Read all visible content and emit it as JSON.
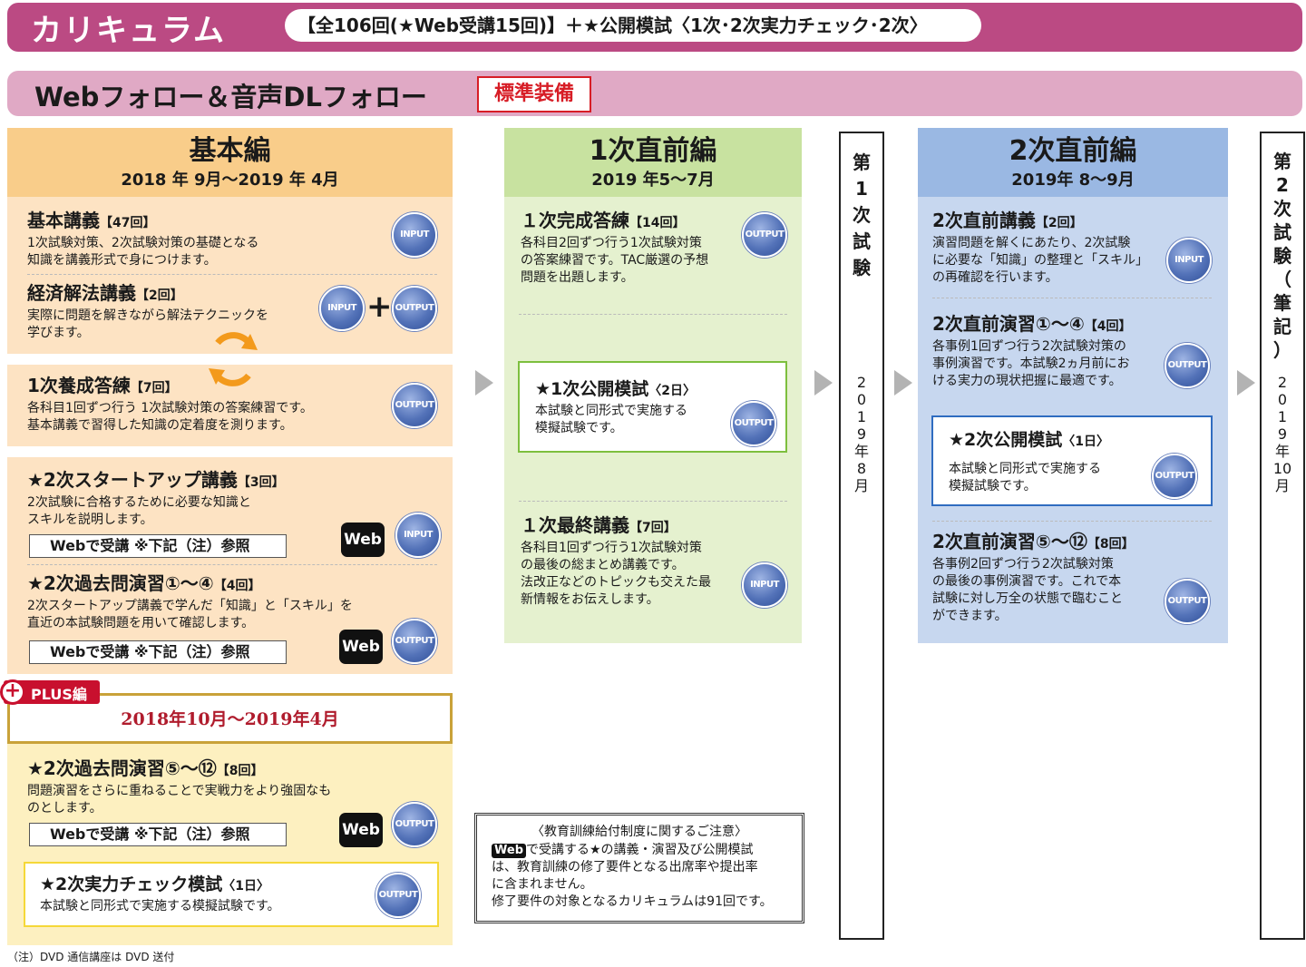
{
  "header": {
    "title": "カリキュラム",
    "summary": "【全106回(★Web受講15回)】＋★公開模試〈1次･2次実力チェック･2次〉"
  },
  "webfollow": {
    "title": "Webフォロー＆音声DLフォロー",
    "badge": "標準装備"
  },
  "icon_labels": {
    "input": "INPUT",
    "output": "OUTPUT",
    "web": "Web",
    "plus": "+"
  },
  "kihon": {
    "title": "基本編",
    "period": "2018 年 9月～2019 年 4月",
    "items": [
      {
        "title": "基本講義",
        "count": "【47回】",
        "desc1": "1次試験対策、2次試験対策の基礎となる",
        "desc2": "知識を講義形式で身につけます。"
      },
      {
        "title": "経済解法講義",
        "count": "【2回】",
        "desc1": "実際に問題を解きながら解法テクニックを",
        "desc2": "学びます。"
      },
      {
        "title": "1次養成答練",
        "count": "【7回】",
        "desc1": "各科目1回ずつ行う 1次試験対策の答案練習です。",
        "desc2": "基本講義で習得した知識の定着度を測ります。"
      },
      {
        "title": "★2次スタートアップ講義",
        "count": "【3回】",
        "desc1": "2次試験に合格するために必要な知識と",
        "desc2": "スキルを説明します。"
      },
      {
        "title": "★2次過去問演習①～④",
        "count": "【4回】",
        "desc1": "2次スタートアップ講義で学んだ「知識」と「スキル」を",
        "desc2": "直近の本試験問題を用いて確認します。"
      }
    ],
    "web_note": "Webで受講 ※下記（注）参照"
  },
  "plus": {
    "label": "PLUS編",
    "period": "2018年10月～2019年4月",
    "item": {
      "title": "★2次過去問演習⑤～⑫",
      "count": "【8回】",
      "desc1": "問題演習をさらに重ねることで実戦力をより強固なも",
      "desc2": "のとします。"
    },
    "mock": {
      "title": "★2次実力チェック模試",
      "count": "〈1日〉",
      "desc1": "本試験と同形式で実施する模擬試験です。"
    }
  },
  "ichiji": {
    "title": "1次直前編",
    "period": "2019 年5～7月",
    "items": [
      {
        "title": "１次完成答練",
        "count": "【14回】",
        "desc1": "各科目2回ずつ行う1次試験対策",
        "desc2": "の答案練習です。TAC厳選の予想",
        "desc3": "問題を出題します。"
      },
      {
        "title": "１次最終講義",
        "count": "【7回】",
        "desc1": "各科目1回ずつ行う1次試験対策",
        "desc2": "の最後の総まとめ講義です。",
        "desc3": "法改正などのトピックも交えた最",
        "desc4": "新情報をお伝えします。"
      }
    ],
    "mock": {
      "title": "★1次公開模試",
      "count": "〈2日〉",
      "desc1": "本試験と同形式で実施する",
      "desc2": "模擬試験です。"
    }
  },
  "exam1": {
    "chars": [
      "第",
      "1",
      "次",
      "試",
      "験"
    ],
    "date": [
      "2",
      "0",
      "1",
      "9",
      "年",
      "8",
      "月"
    ]
  },
  "niji": {
    "title": "2次直前編",
    "period": "2019年 8～9月",
    "items": [
      {
        "title": "2次直前講義",
        "count": "【2回】",
        "desc1": "演習問題を解くにあたり、2次試験",
        "desc2": "に必要な「知識」の整理と「スキル」",
        "desc3": "の再確認を行います。"
      },
      {
        "title": "2次直前演習①～④",
        "count": "【4回】",
        "desc1": "各事例1回ずつ行う2次試験対策の",
        "desc2": "事例演習です。本試験2ヵ月前にお",
        "desc3": "ける実力の現状把握に最適です。"
      },
      {
        "title": "2次直前演習⑤～⑫",
        "count": "【8回】",
        "desc1": "各事例2回ずつ行う2次試験対策",
        "desc2": "の最後の事例演習です。これで本",
        "desc3": "試験に対し万全の状態で臨むこと",
        "desc4": "ができます。"
      }
    ],
    "mock": {
      "title": "★2次公開模試",
      "count": "〈1日〉",
      "desc1": "本試験と同形式で実施する",
      "desc2": "模擬試験です。"
    }
  },
  "exam2": {
    "chars": [
      "第",
      "2",
      "次",
      "試",
      "験",
      "（",
      "筆",
      "記",
      "）"
    ],
    "date": [
      "2",
      "0",
      "1",
      "9",
      "年",
      "10",
      "月"
    ]
  },
  "notice": {
    "title": "〈教育訓練給付制度に関するご注意〉",
    "line1": "で受講する★の講義・演習及び公開模試",
    "line2": "は、教育訓練の修了要件となる出席率や提出率",
    "line3": "に含まれません。",
    "line4": "修了要件の対象となるカリキュラムは91回です。"
  },
  "footnote": "（注）DVD 通信講座は DVD 送付",
  "colors": {
    "banner": "#bb4a83",
    "kihon": "#f9cd8a",
    "ichiji": "#c8e2a0",
    "niji": "#9ab8e3",
    "badge_red": "#d71d26"
  }
}
